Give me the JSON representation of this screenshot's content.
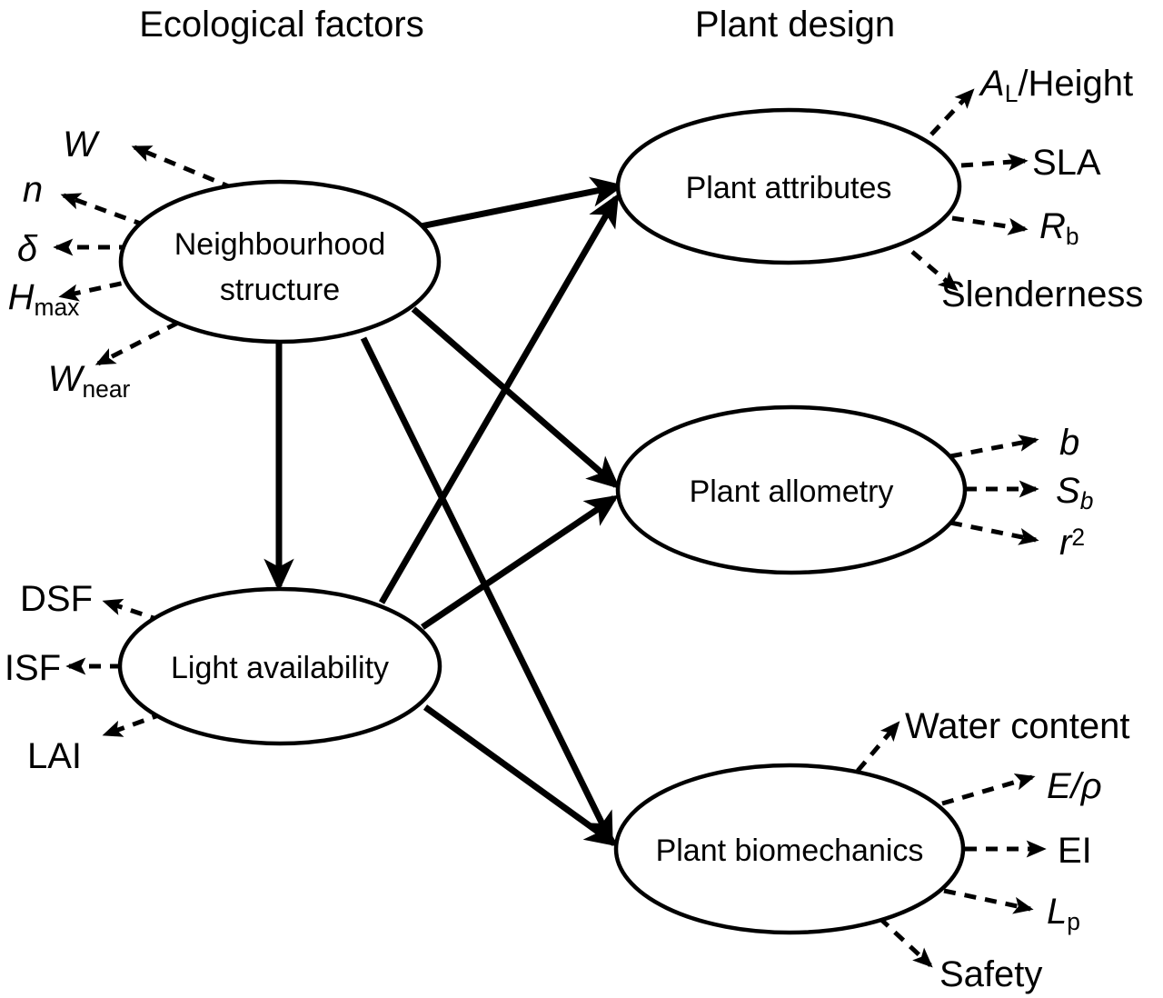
{
  "columns": {
    "left_title": "Ecological factors",
    "right_title": "Plant design"
  },
  "nodes": {
    "neighbourhood": {
      "line1": "Neighbourhood",
      "line2": "structure"
    },
    "light": {
      "line1": "Light availability"
    },
    "attributes": {
      "line1": "Plant attributes"
    },
    "allometry": {
      "line1": "Plant allometry"
    },
    "biomechanics": {
      "line1": "Plant biomechanics"
    }
  },
  "neighbourhood_indicators": [
    {
      "id": "W",
      "base": "W",
      "sub": "",
      "sup": "",
      "italic": true,
      "tail": ""
    },
    {
      "id": "n",
      "base": "n",
      "sub": "",
      "sup": "",
      "italic": true,
      "tail": ""
    },
    {
      "id": "delta",
      "base": "δ",
      "sub": "",
      "sup": "",
      "italic": true,
      "tail": ""
    },
    {
      "id": "Hmax",
      "base": "H",
      "sub": "max",
      "sup": "",
      "italic": true,
      "tail": ""
    },
    {
      "id": "Wnear",
      "base": "W",
      "sub": "near",
      "sup": "",
      "italic": true,
      "tail": ""
    }
  ],
  "light_indicators": [
    {
      "id": "DSF",
      "base": "DSF",
      "sub": "",
      "sup": "",
      "italic": false,
      "tail": ""
    },
    {
      "id": "ISF",
      "base": "ISF",
      "sub": "",
      "sup": "",
      "italic": false,
      "tail": ""
    },
    {
      "id": "LAI",
      "base": "LAI",
      "sub": "",
      "sup": "",
      "italic": false,
      "tail": ""
    }
  ],
  "attribute_indicators": [
    {
      "id": "AL_height",
      "base": "A",
      "sub": "L",
      "sup": "",
      "italic": true,
      "tail": "/Height"
    },
    {
      "id": "SLA",
      "base": "SLA",
      "sub": "",
      "sup": "",
      "italic": false,
      "tail": ""
    },
    {
      "id": "Rb",
      "base": "R",
      "sub": "b",
      "sup": "",
      "italic": true,
      "tail": ""
    },
    {
      "id": "slenderness",
      "base": "Slenderness",
      "sub": "",
      "sup": "",
      "italic": false,
      "tail": ""
    }
  ],
  "allometry_indicators": [
    {
      "id": "b",
      "base": "b",
      "sub": "",
      "sup": "",
      "italic": true,
      "tail": ""
    },
    {
      "id": "Sb",
      "base": "S",
      "sub": "b",
      "sup": "",
      "italic": true,
      "tail": ""
    },
    {
      "id": "r2",
      "base": "r",
      "sub": "",
      "sup": "2",
      "italic": true,
      "tail": ""
    }
  ],
  "biomechanics_indicators": [
    {
      "id": "water_content",
      "base": "Water content",
      "sub": "",
      "sup": "",
      "italic": false,
      "tail": ""
    },
    {
      "id": "E_rho",
      "base": "E/ρ",
      "sub": "",
      "sup": "",
      "italic": true,
      "tail": ""
    },
    {
      "id": "EI",
      "base": "EI",
      "sub": "",
      "sup": "",
      "italic": false,
      "tail": ""
    },
    {
      "id": "Lp",
      "base": "L",
      "sub": "p",
      "sup": "",
      "italic": true,
      "tail": ""
    },
    {
      "id": "Safety",
      "base": "Safety",
      "sub": "",
      "sup": "",
      "italic": false,
      "tail": ""
    }
  ],
  "links": [
    {
      "from": "neighbourhood",
      "to": "attributes",
      "style": "solid"
    },
    {
      "from": "neighbourhood",
      "to": "allometry",
      "style": "solid"
    },
    {
      "from": "neighbourhood",
      "to": "biomechanics",
      "style": "solid"
    },
    {
      "from": "neighbourhood",
      "to": "light",
      "style": "solid"
    },
    {
      "from": "light",
      "to": "attributes",
      "style": "solid"
    },
    {
      "from": "light",
      "to": "allometry",
      "style": "solid"
    },
    {
      "from": "light",
      "to": "biomechanics",
      "style": "solid"
    }
  ],
  "colors": {
    "stroke": "#000000",
    "background": "#ffffff",
    "text": "#000000"
  }
}
